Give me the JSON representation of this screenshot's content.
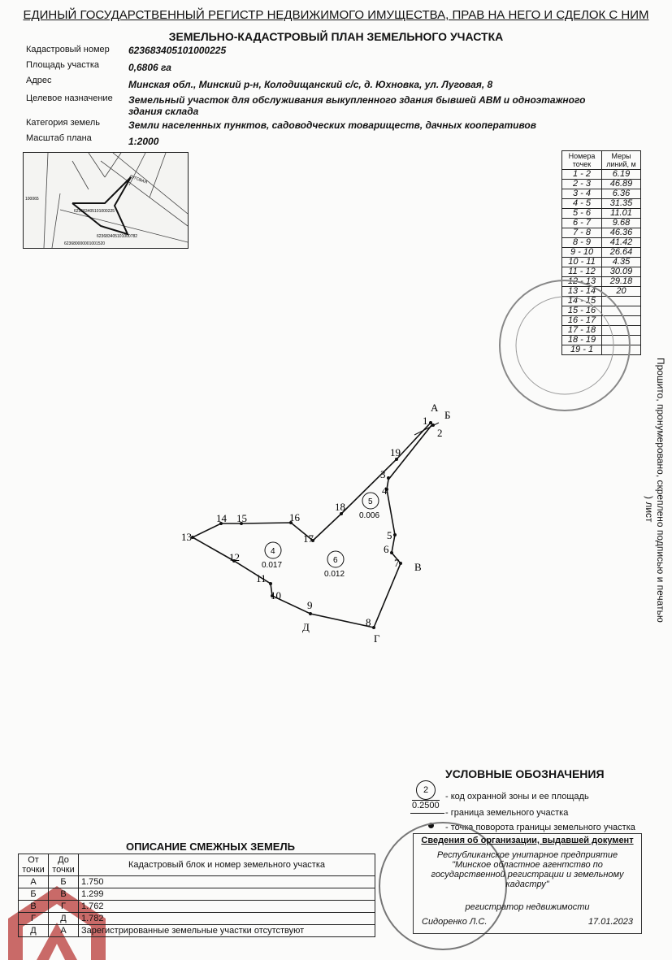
{
  "header": {
    "registry": "ЕДИНЫЙ ГОСУДАРСТВЕННЫЙ РЕГИСТР НЕДВИЖИМОГО ИМУЩЕСТВА, ПРАВ НА НЕГО И СДЕЛОК С НИМ",
    "title": "ЗЕМЕЛЬНО-КАДАСТРОВЫЙ ПЛАН ЗЕМЕЛЬНОГО УЧАСТКА"
  },
  "fields": [
    {
      "label": "Кадастровый номер",
      "value": "623683405101000225"
    },
    {
      "label": "Площадь участка",
      "value": "0,6806 га"
    },
    {
      "label": "Адрес",
      "value": "Минская обл., Минский р-н, Колодищанский с/с, д. Юхновка, ул. Луговая, 8"
    },
    {
      "label": "Целевое назначение",
      "value": "Земельный участок для обслуживания выкупленного здания бывшей АВМ и одноэтажного здания склада"
    },
    {
      "label": "Категория земель",
      "value": "Земли населенных пунктов, садоводческих товариществ, дачных кооперативов"
    },
    {
      "label": "Масштаб плана",
      "value": "1:2000"
    }
  ],
  "minimap": {
    "labels": [
      "623683405101000225",
      "623683405101000782",
      "623680000001001520",
      "ЛУГОВАЯ",
      "100065"
    ]
  },
  "lines_table": {
    "headers": [
      "Номера точек",
      "Меры линий, м"
    ],
    "rows": [
      [
        "1 - 2",
        "6.19"
      ],
      [
        "2 - 3",
        "46.89"
      ],
      [
        "3 - 4",
        "6.36"
      ],
      [
        "4 - 5",
        "31.35"
      ],
      [
        "5 - 6",
        "11.01"
      ],
      [
        "6 - 7",
        "9.68"
      ],
      [
        "7 - 8",
        "46.36"
      ],
      [
        "8 - 9",
        "41.42"
      ],
      [
        "9 - 10",
        "26.64"
      ],
      [
        "10 - 11",
        "4.35"
      ],
      [
        "11 - 12",
        "30.09"
      ],
      [
        "12 - 13",
        "29.18"
      ],
      [
        "13 - 14",
        "20"
      ],
      [
        "14 - 15",
        ""
      ],
      [
        "15 - 16",
        ""
      ],
      [
        "16 - 17",
        ""
      ],
      [
        "17 - 18",
        ""
      ],
      [
        "18 - 19",
        ""
      ],
      [
        "19 - 1",
        ""
      ]
    ]
  },
  "certification": {
    "text": "Прошито, пронумеровано, скреплено подписью и печатью",
    "sheets": ") лист"
  },
  "plan": {
    "points": [
      "1",
      "2",
      "3",
      "4",
      "5",
      "6",
      "7",
      "8",
      "9",
      "10",
      "11",
      "12",
      "13",
      "14",
      "15",
      "16",
      "17",
      "18",
      "19"
    ],
    "letters": [
      "А",
      "Б",
      "В",
      "Г",
      "Д"
    ],
    "zones": [
      {
        "code": "4",
        "area": "0.017"
      },
      {
        "code": "5",
        "area": "0.006"
      },
      {
        "code": "6",
        "area": "0.012"
      }
    ]
  },
  "legend": {
    "title": "УСЛОВНЫЕ ОБОЗНАЧЕНИЯ",
    "sample_code": "2",
    "sample_area": "0.2500",
    "items": [
      "- код охранной зоны и ее площадь",
      "- граница земельного участка",
      "- точка поворота границы земельного участка"
    ]
  },
  "adjacent": {
    "title": "ОПИСАНИЕ СМЕЖНЫХ ЗЕМЕЛЬ",
    "headers": [
      "От точки",
      "До точки",
      "Кадастровый блок и номер земельного участка"
    ],
    "rows": [
      [
        "А",
        "Б",
        "1.750"
      ],
      [
        "Б",
        "В",
        "1.299"
      ],
      [
        "В",
        "Г",
        "1.762"
      ],
      [
        "Г",
        "Д",
        "1.782"
      ],
      [
        "Д",
        "А",
        "Зарегистрированные земельные участки отсутствуют"
      ]
    ]
  },
  "organization": {
    "title": "Сведения об организации, выдавшей документ",
    "name": "Республиканское унитарное предприятие \"Минское областное агентство по государственной регистрации и земельному кадастру\"",
    "position": "регистратор недвижимости",
    "person": "Сидоренко Л.С.",
    "date": "17.01.2023"
  },
  "colors": {
    "watermark": "#c0504d",
    "ink": "#111111"
  }
}
